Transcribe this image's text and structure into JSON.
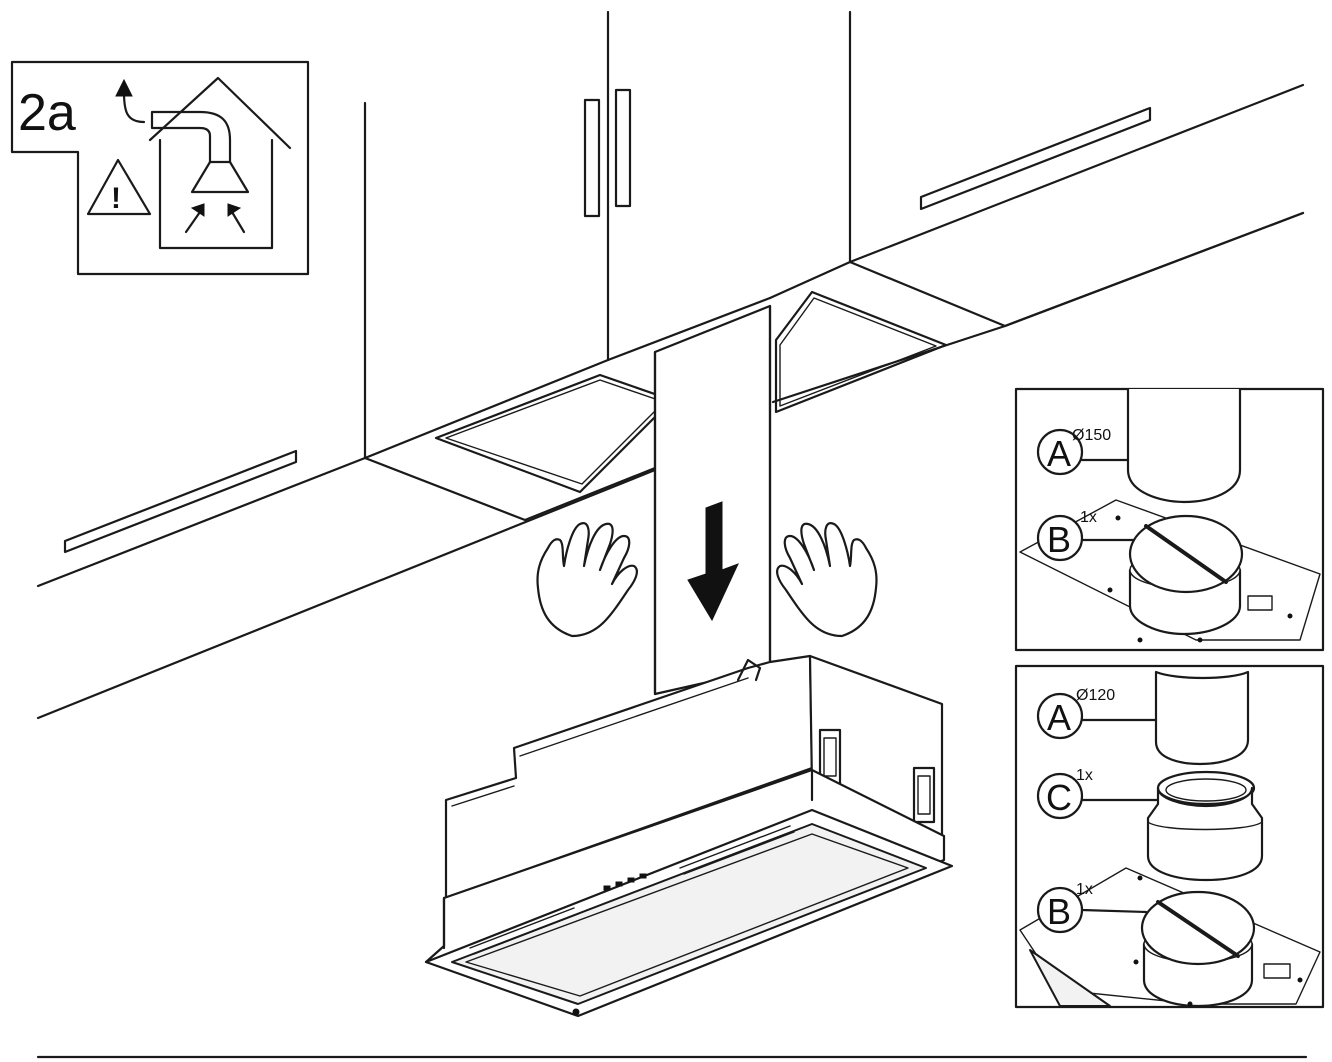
{
  "step": {
    "label": "2a"
  },
  "warning": {
    "mark": "!"
  },
  "inset_top": {
    "part_a": {
      "letter": "A",
      "diameter": "Ø150"
    },
    "part_b": {
      "letter": "B",
      "quantity": "1x"
    }
  },
  "inset_bottom": {
    "part_a": {
      "letter": "A",
      "diameter": "Ø120"
    },
    "part_c": {
      "letter": "C",
      "quantity": "1x"
    },
    "part_b": {
      "letter": "B",
      "quantity": "1x"
    }
  },
  "icons": [
    "air-outlet-arrow-icon",
    "warning-triangle-icon",
    "air-intake-arrows-icon",
    "down-arrow-icon",
    "left-hand-icon",
    "right-hand-icon"
  ],
  "colors": {
    "line": "#1a1a1a",
    "background": "#ffffff"
  }
}
